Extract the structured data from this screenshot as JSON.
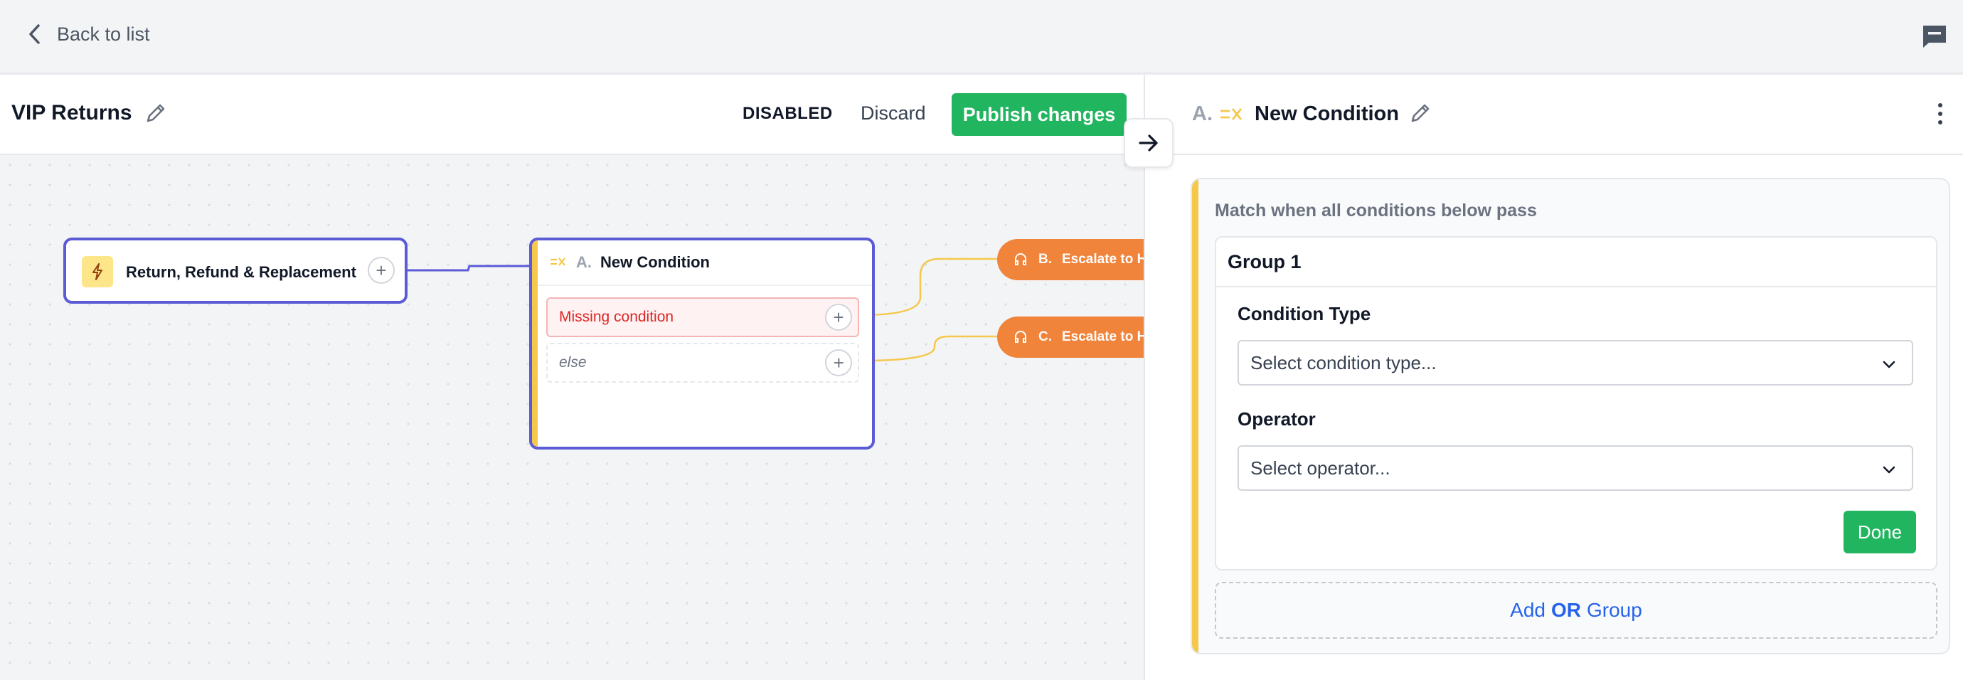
{
  "topbar": {
    "back_label": "Back to list",
    "back_icon": "chevron-left-icon",
    "chat_icon": "chat-icon"
  },
  "workflow": {
    "title": "VIP Returns",
    "status": "DISABLED",
    "discard_label": "Discard",
    "publish_label": "Publish changes"
  },
  "canvas": {
    "trigger": {
      "label": "Return, Refund & Replacement",
      "icon": "bolt-icon"
    },
    "condition": {
      "letter": "A.",
      "name": "New Condition",
      "branches": [
        {
          "label": "Missing condition"
        },
        {
          "label": "else"
        }
      ]
    },
    "actions": [
      {
        "letter": "B.",
        "label": "Escalate to H"
      },
      {
        "letter": "C.",
        "label": "Escalate to H"
      }
    ]
  },
  "panel": {
    "letter": "A.",
    "name": "New Condition",
    "match_text": "Match when all conditions below pass",
    "group_title": "Group 1",
    "condition_type_label": "Condition Type",
    "condition_type_placeholder": "Select condition type...",
    "operator_label": "Operator",
    "operator_placeholder": "Select operator...",
    "done_label": "Done",
    "add_prefix": "Add",
    "add_or": "OR",
    "add_suffix": "Group"
  },
  "colors": {
    "accent_indigo": "#5b5bd6",
    "green": "#22b560",
    "orange": "#f0843a",
    "yellow": "#f5c84c",
    "link_blue": "#2563eb",
    "error_red": "#dc2626"
  }
}
